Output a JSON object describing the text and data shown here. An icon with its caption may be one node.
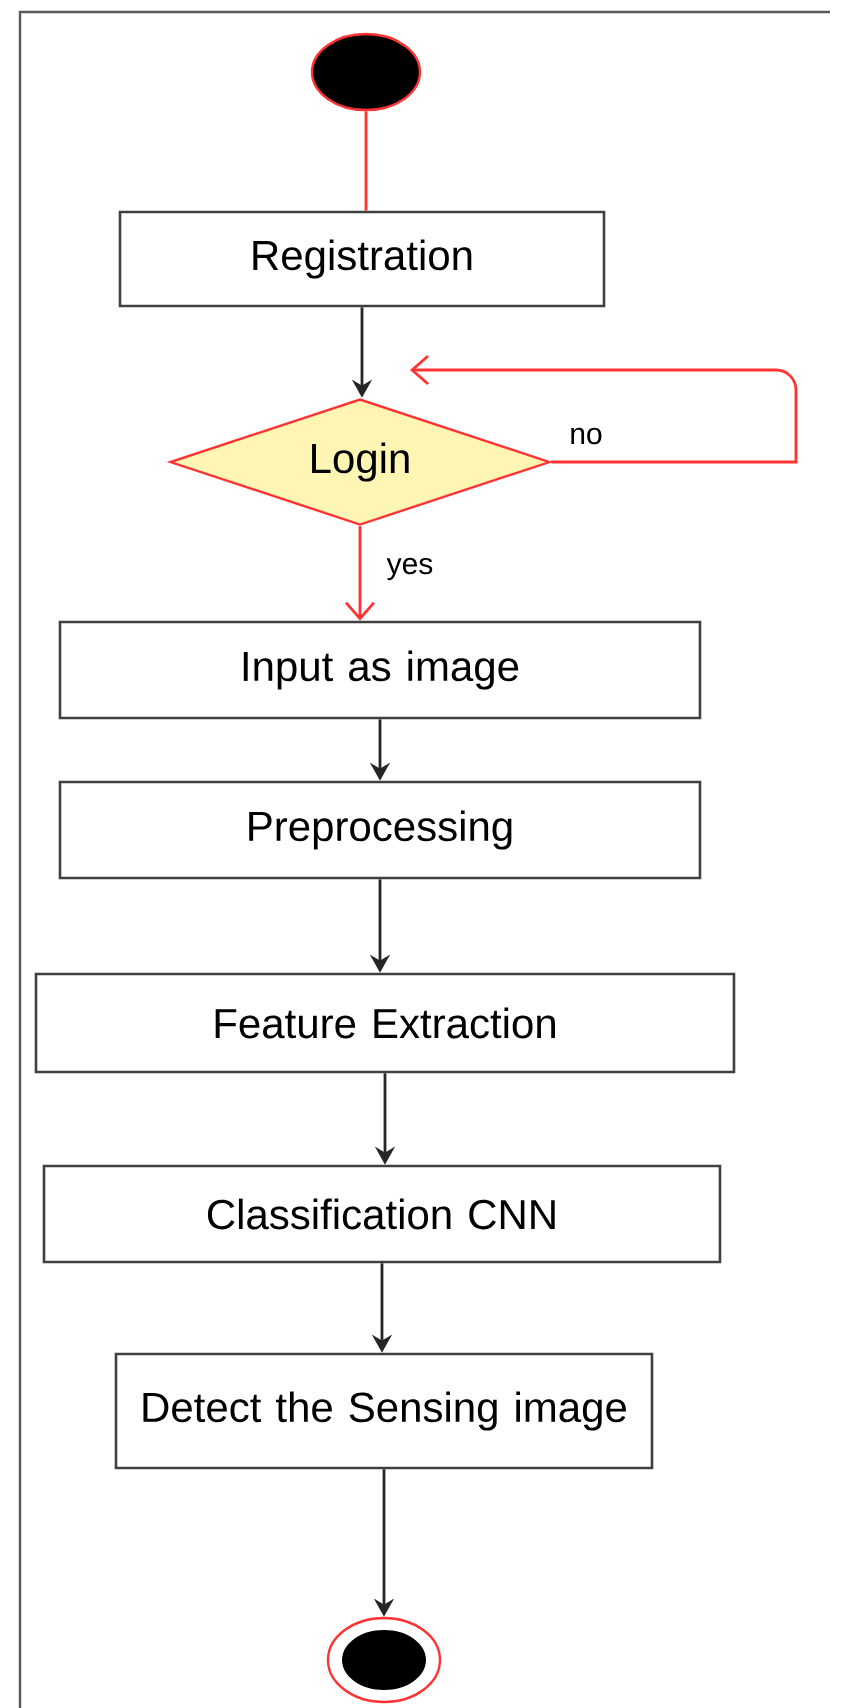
{
  "diagram": {
    "nodes": [
      {
        "text": [],
        "shape": "circle"
      },
      {
        "text": [
          "Registration"
        ]
      },
      {
        "text": [
          "Login"
        ]
      },
      {
        "text": [
          "Input as image"
        ]
      },
      {
        "text": [
          "Preprocessing"
        ]
      },
      {
        "text": [
          "Feature Extraction"
        ]
      },
      {
        "text": [
          "Classification CNN"
        ]
      },
      {
        "text": [
          "Detect the Sensing image"
        ]
      },
      {
        "text": [],
        "shape": "circle"
      }
    ],
    "edges": [
      {
        "from": 0,
        "to": 1,
        "arrow": "none",
        "color": "#ff3333"
      },
      {
        "from": 1,
        "to": 2,
        "arrow": "to"
      },
      {
        "from": 2,
        "to": 2,
        "arrow": "to",
        "label": "no",
        "color": "#ff3333"
      },
      {
        "from": 2,
        "to": 3,
        "arrow": "to",
        "label": "yes",
        "color": "#ff3333"
      },
      {
        "from": 3,
        "to": 4,
        "arrow": "to"
      },
      {
        "from": 4,
        "to": 5,
        "arrow": "to"
      },
      {
        "from": 5,
        "to": 6,
        "arrow": "to"
      },
      {
        "from": 6,
        "to": 7,
        "arrow": "to"
      },
      {
        "from": 7,
        "to": 8,
        "arrow": "to"
      }
    ]
  }
}
